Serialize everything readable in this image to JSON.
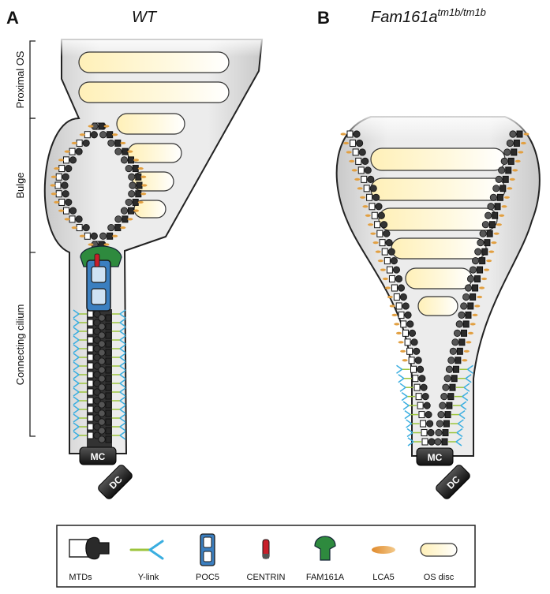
{
  "panels": {
    "a": {
      "letter": "A",
      "title": "WT"
    },
    "b": {
      "letter": "B",
      "title_main": "Fam161a",
      "title_sup": "tm1b/tm1b"
    }
  },
  "regions": {
    "proximal_os": "Proximal OS",
    "bulge": "Bulge",
    "connecting_cilium": "Connecting cilium"
  },
  "plates": {
    "mc": "MC",
    "dc": "DC"
  },
  "legend": {
    "items": [
      {
        "label": "MTDs",
        "icon": "mtd-icon"
      },
      {
        "label": "Y-link",
        "icon": "y-link-icon"
      },
      {
        "label": "POC5",
        "icon": "poc5-icon"
      },
      {
        "label": "CENTRIN",
        "icon": "centrin-icon"
      },
      {
        "label": "FAM161A",
        "icon": "fam161a-icon"
      },
      {
        "label": "LCA5",
        "icon": "lca5-icon"
      },
      {
        "label": "OS disc",
        "icon": "os-disc-icon"
      }
    ]
  },
  "colors": {
    "membrane_fill": "#e4e4e4",
    "disc_fill": "#fff6d2",
    "mtd_dark": "#222222",
    "ylink_blue": "#3aaee0",
    "ylink_green": "#9cc43c",
    "poc5_blue": "#3b7fc0",
    "centrin_red": "#c81f2a",
    "fam161a_green": "#2e8a3e",
    "lca5_orange": "#e2a042"
  }
}
